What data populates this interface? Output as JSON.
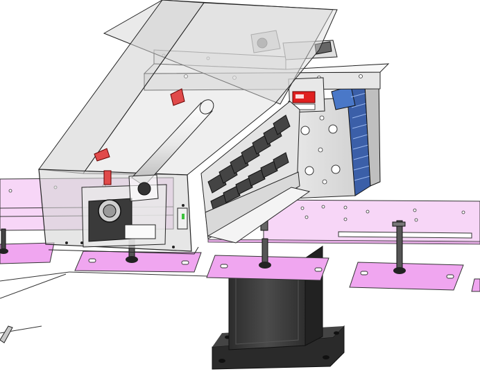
{
  "scene": {
    "description_visible_text": "",
    "colors": {
      "background": "#ffffff",
      "pink_plate": "#f0a6f0",
      "pink_plate_light": "#f7d6f7",
      "pink_rail": "#f4c8f4",
      "housing_glass": "#d6d6d6",
      "frame_gray": "#e6e6e6",
      "dark_pillar": "#3a3a3a",
      "dark_base": "#2a2a2a",
      "cable_chain": "#4a4a4a",
      "blue_connector": "#4a78c8",
      "red_display": "#e02020",
      "line": "#1a1a1a"
    },
    "parts": {
      "housing": "transparent-housing",
      "cylinder": "pneumatic-cylinder",
      "cable_chain": "drag-chain",
      "display": "digital-display",
      "connector_bank": "terminal-block",
      "mount_plate": "vertical-mount-plate",
      "rail": "pink-guide-rail",
      "nests": "pink-nest-plates",
      "suction_cups": "vacuum-suction-cups",
      "pillar": "support-pillar",
      "base": "base-plate"
    }
  }
}
